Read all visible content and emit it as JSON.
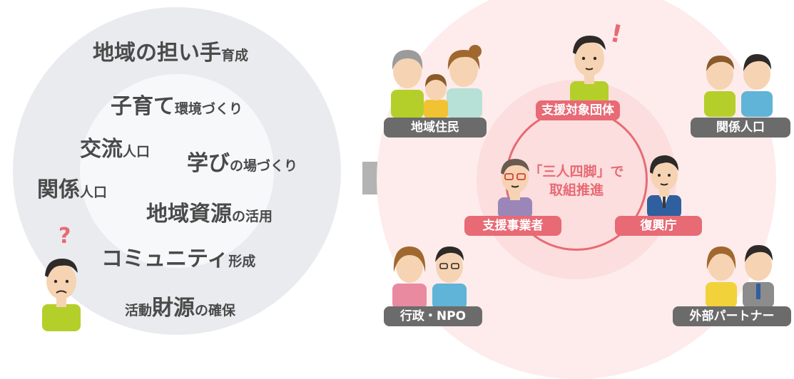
{
  "left_panel": {
    "issues": [
      {
        "strong": "地域の担い手",
        "rest": "育成"
      },
      {
        "strong": "子育て",
        "rest": "環境づくり"
      },
      {
        "strong": "交流",
        "rest": "人口"
      },
      {
        "strong": "学び",
        "rest": "の場づくり"
      },
      {
        "strong": "関係",
        "rest": "人口"
      },
      {
        "strong": "地域資源",
        "rest": "の活用"
      },
      {
        "strong": "コミュニティ",
        "rest": "形成"
      },
      {
        "pre": "活動",
        "strong": "財源",
        "rest": "の確保"
      }
    ],
    "question_mark": "?"
  },
  "right_panel": {
    "center_text_line1": "「三人四脚」で",
    "center_text_line2": "取組推進",
    "exclamation": "!",
    "inner_tags": [
      "支援対象団体",
      "支援事業者",
      "復興庁"
    ],
    "outer_tags": [
      "地域住民",
      "関係人口",
      "行政・NPO",
      "外部パートナー"
    ]
  },
  "colors": {
    "ring_left": "#e9ebee",
    "ring_right": "#fdeceb",
    "accent_pink": "#e76a75",
    "tag_grey": "#6b6b6b",
    "arrow": "#b3b3b3"
  }
}
